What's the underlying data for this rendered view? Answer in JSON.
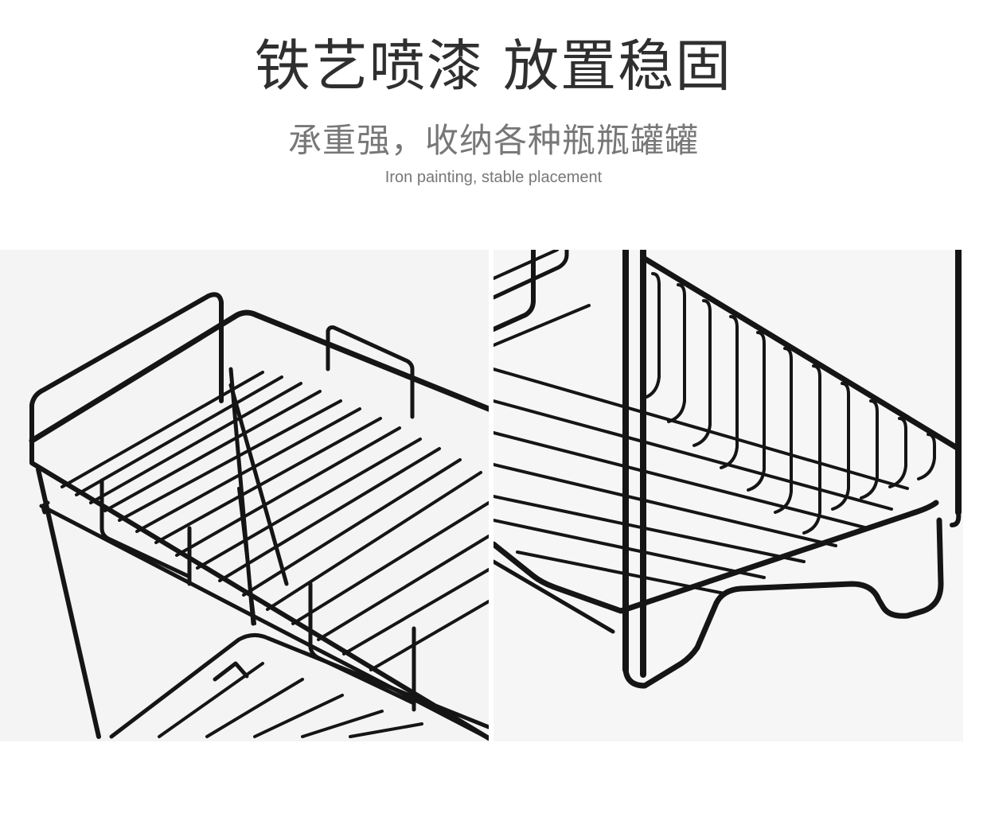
{
  "banner": {
    "title": "铁艺喷漆 放置稳固",
    "subtitle": "承重强，收纳各种瓶瓶罐罐",
    "caption": "Iron painting, stable placement"
  },
  "photos": {
    "left": {
      "subject": "two-tier black wire rack, angled top view"
    },
    "right": {
      "subject": "black wire rack corner and leg detail"
    }
  },
  "colors": {
    "wire": "#151515",
    "background": "#ffffff",
    "photo_bg": "#f4f4f4",
    "title_text": "#2f2f2f",
    "subtitle_text": "#777777"
  }
}
